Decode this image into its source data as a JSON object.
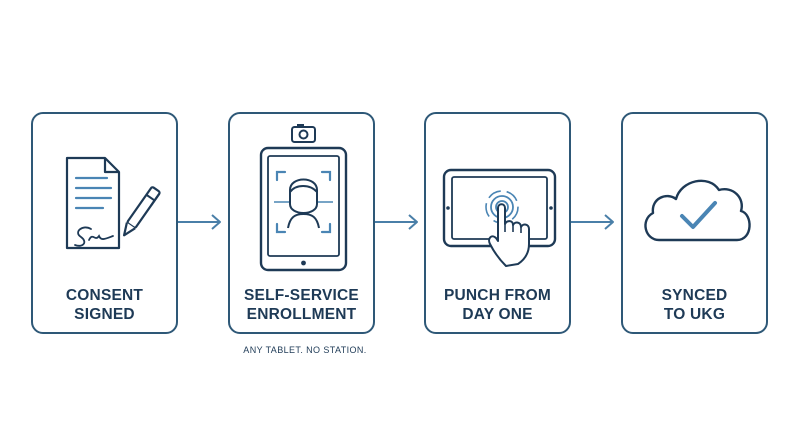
{
  "steps": [
    {
      "line1": "CONSENT",
      "line2": "SIGNED",
      "icon": "signed-document-with-pen"
    },
    {
      "line1": "SELF-SERVICE",
      "line2": "ENROLLMENT",
      "icon": "tablet-face-scan-with-camera"
    },
    {
      "line1": "PUNCH FROM",
      "line2": "DAY ONE",
      "icon": "hand-tapping-tablet"
    },
    {
      "line1": "SYNCED",
      "line2": "TO UKG",
      "icon": "cloud-checkmark"
    }
  ],
  "note": "ANY TABLET. NO STATION.",
  "colors": {
    "stroke": "#2e5877",
    "text": "#1e3a56",
    "accent": "#4a85b4",
    "arrow": "#4a7fa8"
  }
}
